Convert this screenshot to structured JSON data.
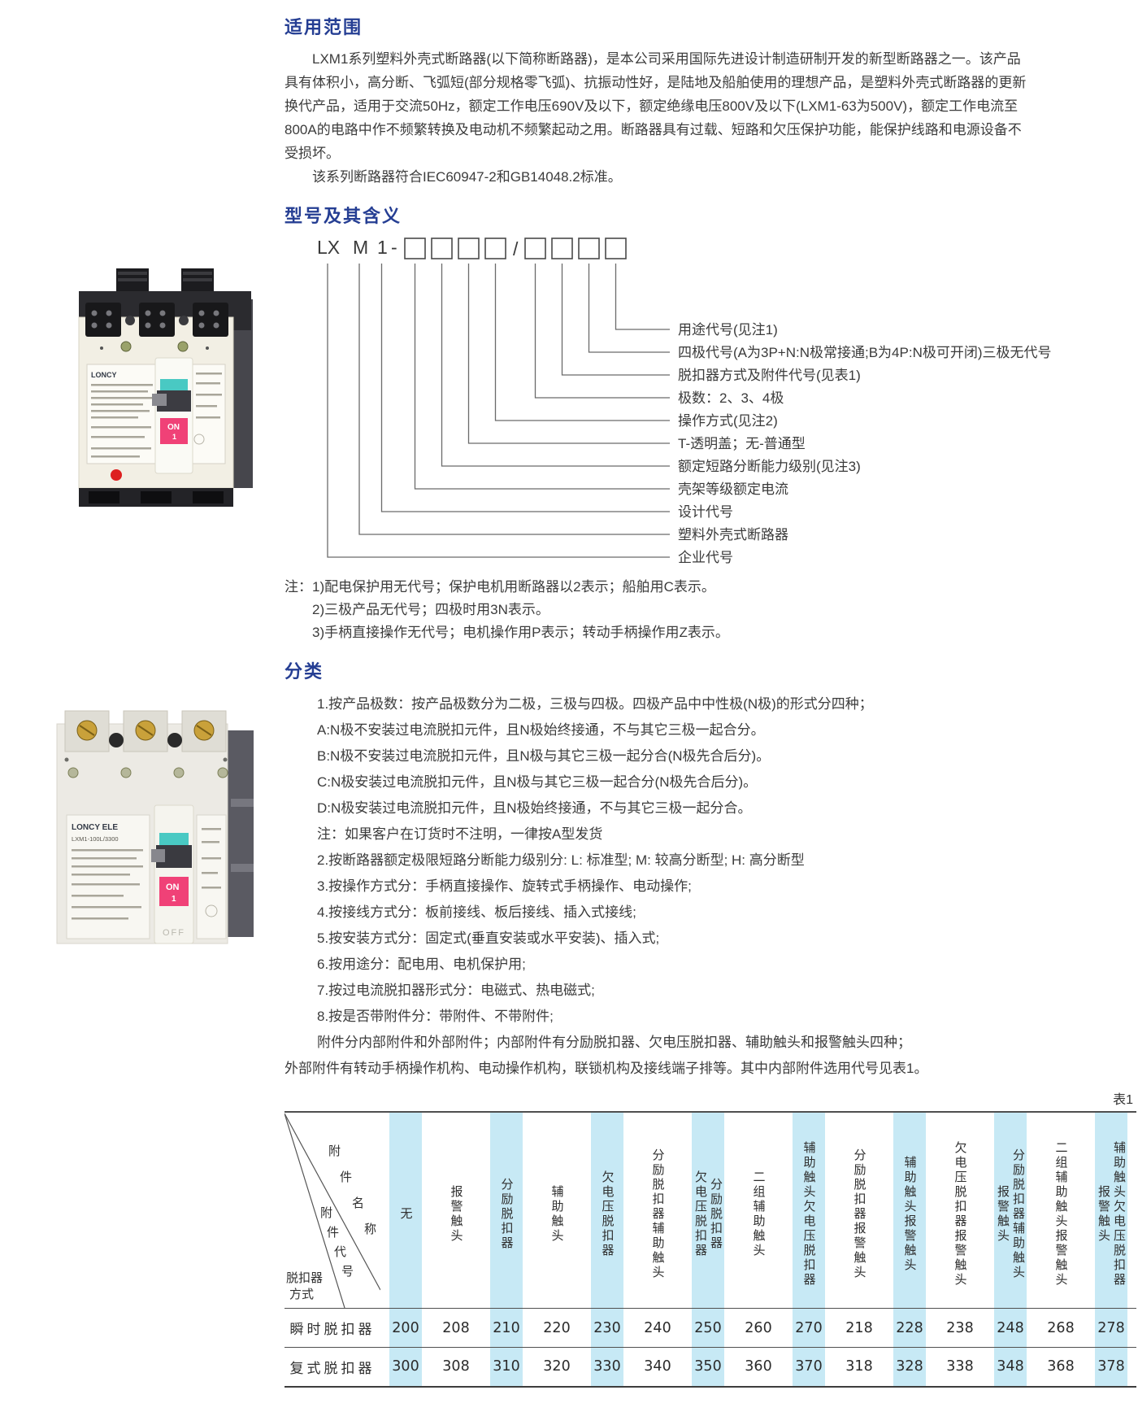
{
  "sections": {
    "scope": {
      "heading": "适用范围",
      "p1": "LXM1系列塑料外壳式断路器(以下简称断路器)，是本公司采用国际先进设计制造研制开发的新型断路器之一。该产品具有体积小，高分断、飞弧短(部分规格零飞弧)、抗振动性好，是陆地及船舶使用的理想产品，是塑料外壳式断路器的更新换代产品，适用于交流50Hz，额定工作电压690V及以下，额定绝缘电压800V及以下(LXM1-63为500V)，额定工作电流至800A的电路中作不频繁转换及电动机不频繁起动之用。断路器具有过载、短路和欠压保护功能，能保护线路和电源设备不受损坏。",
      "p2": "该系列断路器符合IEC60947-2和GB14048.2标准。"
    },
    "model": {
      "heading": "型号及其含义",
      "prefix": {
        "p0": "LX",
        "p1": "M",
        "p2": "1",
        "p3": "-",
        "slash": "/"
      },
      "labels": [
        "用途代号(见注1)",
        "四极代号(A为3P+N:N极常接通;B为4P:N极可开闭)三极无代号",
        "脱扣器方式及附件代号(见表1)",
        "极数：2、3、4极",
        "操作方式(见注2)",
        "T-透明盖；无-普通型",
        "额定短路分断能力级别(见注3)",
        "壳架等级额定电流",
        "设计代号",
        "塑料外壳式断路器",
        "企业代号"
      ]
    },
    "notes": {
      "label": "注：",
      "items": [
        "1)配电保护用无代号；保护电机用断路器以2表示；船舶用C表示。",
        "2)三极产品无代号；四极时用3N表示。",
        "3)手柄直接操作无代号；电机操作用P表示；转动手柄操作用Z表示。"
      ]
    },
    "classification": {
      "heading": "分类",
      "items": [
        "1.按产品极数：按产品极数分为二极，三极与四极。四极产品中中性极(N极)的形式分四种；",
        "A:N极不安装过电流脱扣元件，且N极始终接通，不与其它三极一起合分。",
        "B:N极不安装过电流脱扣元件，且N极与其它三极一起分合(N极先合后分)。",
        "C:N极安装过电流脱扣元件，且N极与其它三极一起合分(N极先合后分)。",
        "D:N极安装过电流脱扣元件，且N极始终接通，不与其它三极一起分合。",
        "注：如果客户在订货时不注明，一律按A型发货",
        "2.按断路器额定极限短路分断能力级别分: L: 标准型; M: 较高分断型; H: 高分断型",
        "3.按操作方式分：手柄直接操作、旋转式手柄操作、电动操作;",
        "4.按接线方式分：板前接线、板后接线、插入式接线;",
        "5.按安装方式分：固定式(垂直安装或水平安装)、插入式;",
        "6.按用途分：配电用、电机保护用;",
        "7.按过电流脱扣器形式分：电磁式、热电磁式;",
        "8.按是否带附件分：带附件、不带附件;",
        "附件分内部附件和外部附件；内部附件有分励脱扣器、欠电压脱扣器、辅助触头和报警触头四种；",
        "外部附件有转动手柄操作机构、电动操作机构，联锁机构及接线端子排等。其中内部附件选用代号见表1。"
      ]
    }
  },
  "table": {
    "tag": "表1",
    "corner": {
      "name_chars": [
        "附",
        "件",
        "名",
        "称"
      ],
      "code_chars": [
        "附",
        "件",
        "代",
        "号"
      ],
      "mode_line1": "脱扣器",
      "mode_line2": "方式"
    },
    "columns": [
      "无",
      "报警触头",
      "分励脱扣器",
      "辅助触头",
      "欠电压脱扣器",
      "分励脱扣器辅助触头",
      "分励脱扣器\n欠电压脱扣器",
      "二组辅助触头",
      "辅助触头欠电压脱扣器",
      "分励脱扣器报警触头",
      "辅助触头报警触头",
      "欠电压脱扣器报警触头",
      "分励脱扣器辅助触头\n报警触头",
      "二组辅助触头报警触头",
      "辅助触头欠电压脱扣器\n报警触头"
    ],
    "rows": [
      {
        "label": "瞬时脱扣器",
        "values": [
          "200",
          "208",
          "210",
          "220",
          "230",
          "240",
          "250",
          "260",
          "270",
          "218",
          "228",
          "238",
          "248",
          "268",
          "278"
        ]
      },
      {
        "label": "复式脱扣器",
        "values": [
          "300",
          "308",
          "310",
          "320",
          "330",
          "340",
          "350",
          "360",
          "370",
          "318",
          "328",
          "338",
          "348",
          "368",
          "378"
        ]
      }
    ]
  },
  "products": {
    "brand1": "LONCY",
    "brand2": "LONCY ELE",
    "model2": "LXM1-100L/3300",
    "on": "ON",
    "one": "1",
    "off": "OFF"
  }
}
